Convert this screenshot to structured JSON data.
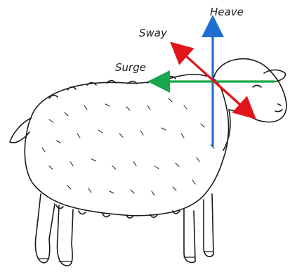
{
  "labels": {
    "heave": "Heave",
    "sway": "Sway",
    "surge": "Surge"
  },
  "colors": {
    "heave": "#1f6fd1",
    "sway": "#e0151b",
    "surge": "#1aa64a",
    "outline": "#1a1a1a"
  },
  "illustration": "sheep-sketch"
}
